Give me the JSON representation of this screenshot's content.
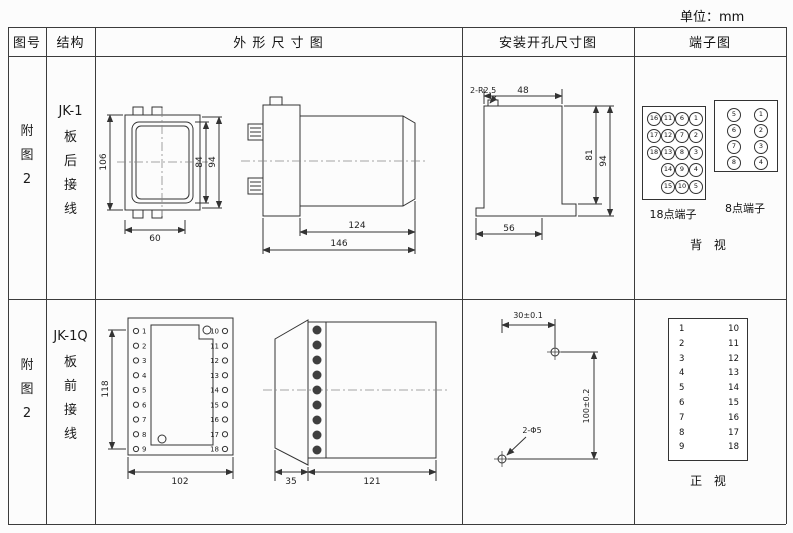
{
  "unit_label": "单位：mm",
  "header": {
    "col_fig": "图号",
    "col_structure": "结构",
    "col_outline": "外 形 尺 寸 图",
    "col_install": "安装开孔尺寸图",
    "col_terminal": "端子图"
  },
  "row1": {
    "fig_chars": [
      "附",
      "图",
      "2"
    ],
    "structure_model": "JK-1",
    "structure_chars": [
      "板",
      "后",
      "接",
      "线"
    ],
    "outline": {
      "h106": "106",
      "h84": "84",
      "h94": "94",
      "w60": "60",
      "d124": "124",
      "d146": "146"
    },
    "install": {
      "corner": "2-R2.5",
      "w48": "48",
      "h81": "81",
      "h94": "94",
      "w56": "56"
    },
    "terminal": {
      "t18_label": "18点端子",
      "t8_label": "8点端子",
      "view_label": "背 视",
      "t18_rows": [
        [
          16,
          11,
          6,
          1
        ],
        [
          17,
          12,
          7,
          2
        ],
        [
          18,
          13,
          8,
          3
        ],
        [
          null,
          14,
          9,
          4
        ],
        [
          null,
          15,
          10,
          5
        ]
      ],
      "t8_rows": [
        [
          5,
          1
        ],
        [
          6,
          2
        ],
        [
          7,
          3
        ],
        [
          8,
          4
        ]
      ]
    }
  },
  "row2": {
    "fig_chars": [
      "附",
      "图",
      "2"
    ],
    "structure_model": "JK-1Q",
    "structure_chars": [
      "板",
      "前",
      "接",
      "线"
    ],
    "outline": {
      "h118": "118",
      "w102": "102",
      "d35": "35",
      "d121": "121",
      "left_terminals": [
        1,
        2,
        3,
        4,
        5,
        6,
        7,
        8,
        9
      ],
      "right_terminals": [
        10,
        11,
        12,
        13,
        14,
        15,
        16,
        17,
        18
      ]
    },
    "install": {
      "dim_h": "30±0.1",
      "dim_v": "100±0.2",
      "holes": "2-Φ5"
    },
    "terminal": {
      "left_col": [
        1,
        2,
        3,
        4,
        5,
        6,
        7,
        8,
        9
      ],
      "right_col": [
        10,
        11,
        12,
        13,
        14,
        15,
        16,
        17,
        18
      ],
      "view_label": "正 视"
    }
  }
}
